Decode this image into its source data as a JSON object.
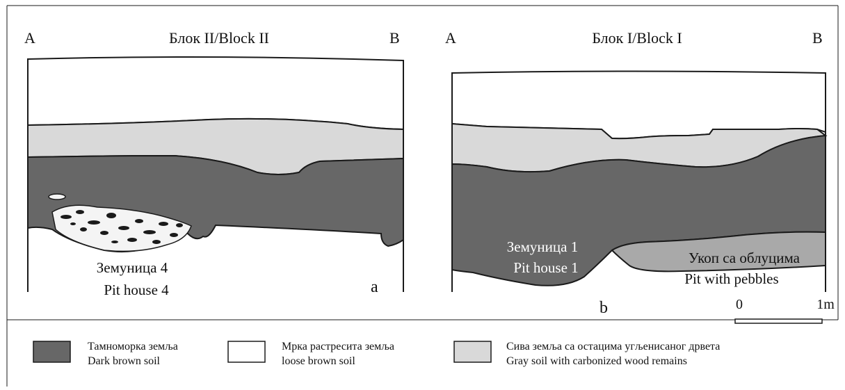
{
  "colors": {
    "dark_brown": "#676767",
    "loose_brown": "#ffffff",
    "gray": "#d9d9d9",
    "pit_pebbles": "#a9a9a9",
    "outline": "#1a1a1a"
  },
  "panel_a": {
    "left_label": "A",
    "title": "Блок II/Block II",
    "right_label": "B",
    "pit_label_sr": "Земуница 4",
    "pit_label_en": "Pit house 4",
    "panel_letter": "a"
  },
  "panel_b": {
    "left_label": "A",
    "title": "Блок I/Block I",
    "right_label": "B",
    "pit_label_sr": "Земуница 1",
    "pit_label_en": "Pit house 1",
    "pebbles_label_sr": "Укоп са облуцима",
    "pebbles_label_en": "Pit with pebbles",
    "panel_letter": "b"
  },
  "scale": {
    "start": "0",
    "end": "1m"
  },
  "legend": [
    {
      "swatch": "dark_brown",
      "label_sr": "Тамноморка земља",
      "label_en": "Dark brown soil"
    },
    {
      "swatch": "loose_brown",
      "label_sr": "Мрка растресита земља",
      "label_en": "loose brown soil"
    },
    {
      "swatch": "gray",
      "label_sr": "Сива земља са остацима угљенисаног дрвета",
      "label_en": "Gray soil with carbonized wood remains"
    }
  ]
}
